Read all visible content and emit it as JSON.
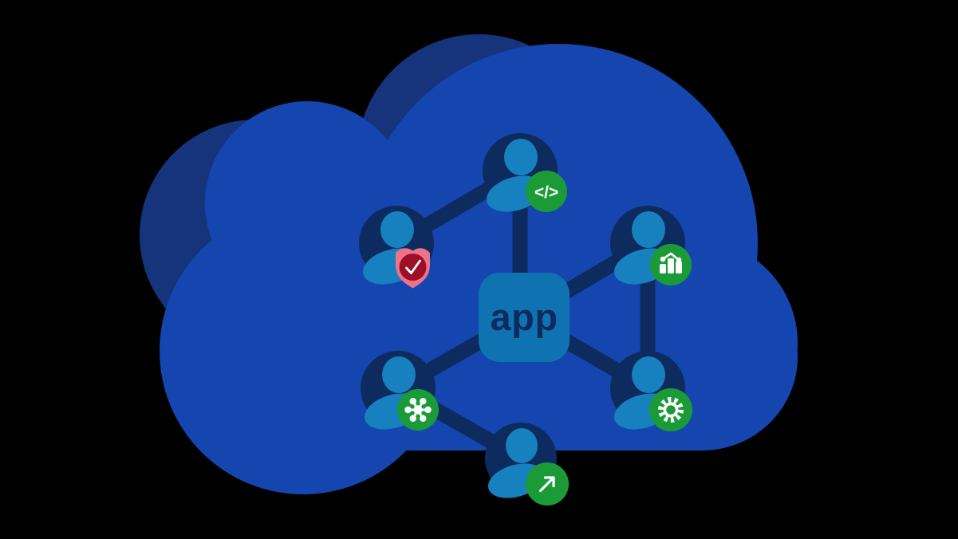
{
  "illustration": {
    "title": "cloud-app-users-network",
    "app_node": {
      "label": "app"
    },
    "users": [
      {
        "position": "top",
        "badge_icon": "code-icon",
        "badge_symbol": "</>"
      },
      {
        "position": "upper-left",
        "badge_icon": "shield-check-icon",
        "badge_symbol": ""
      },
      {
        "position": "upper-right",
        "badge_icon": "analytics-bars-icon",
        "badge_symbol": ""
      },
      {
        "position": "lower-left",
        "badge_icon": "network-hub-icon",
        "badge_symbol": ""
      },
      {
        "position": "lower-right",
        "badge_icon": "gear-icon",
        "badge_symbol": ""
      },
      {
        "position": "bottom",
        "badge_icon": "arrow-up-right-icon",
        "badge_symbol": ""
      }
    ],
    "connections": [
      "app to top user",
      "app to upper-right user",
      "app to lower-left user",
      "app to lower-right user",
      "top user to upper-left user",
      "upper-right user to lower-right user",
      "lower-left user to bottom user"
    ]
  },
  "colors": {
    "bg": "#000000",
    "cloud-front": "#1545ae",
    "cloud-back": "#16347c",
    "navy": "#0d2b5e",
    "person": "#1780bf",
    "app-box": "#0f73b2",
    "green": "#1b9b38",
    "pink": "#ee7389",
    "dark-red": "#9c0f26",
    "white": "#ffffff"
  }
}
